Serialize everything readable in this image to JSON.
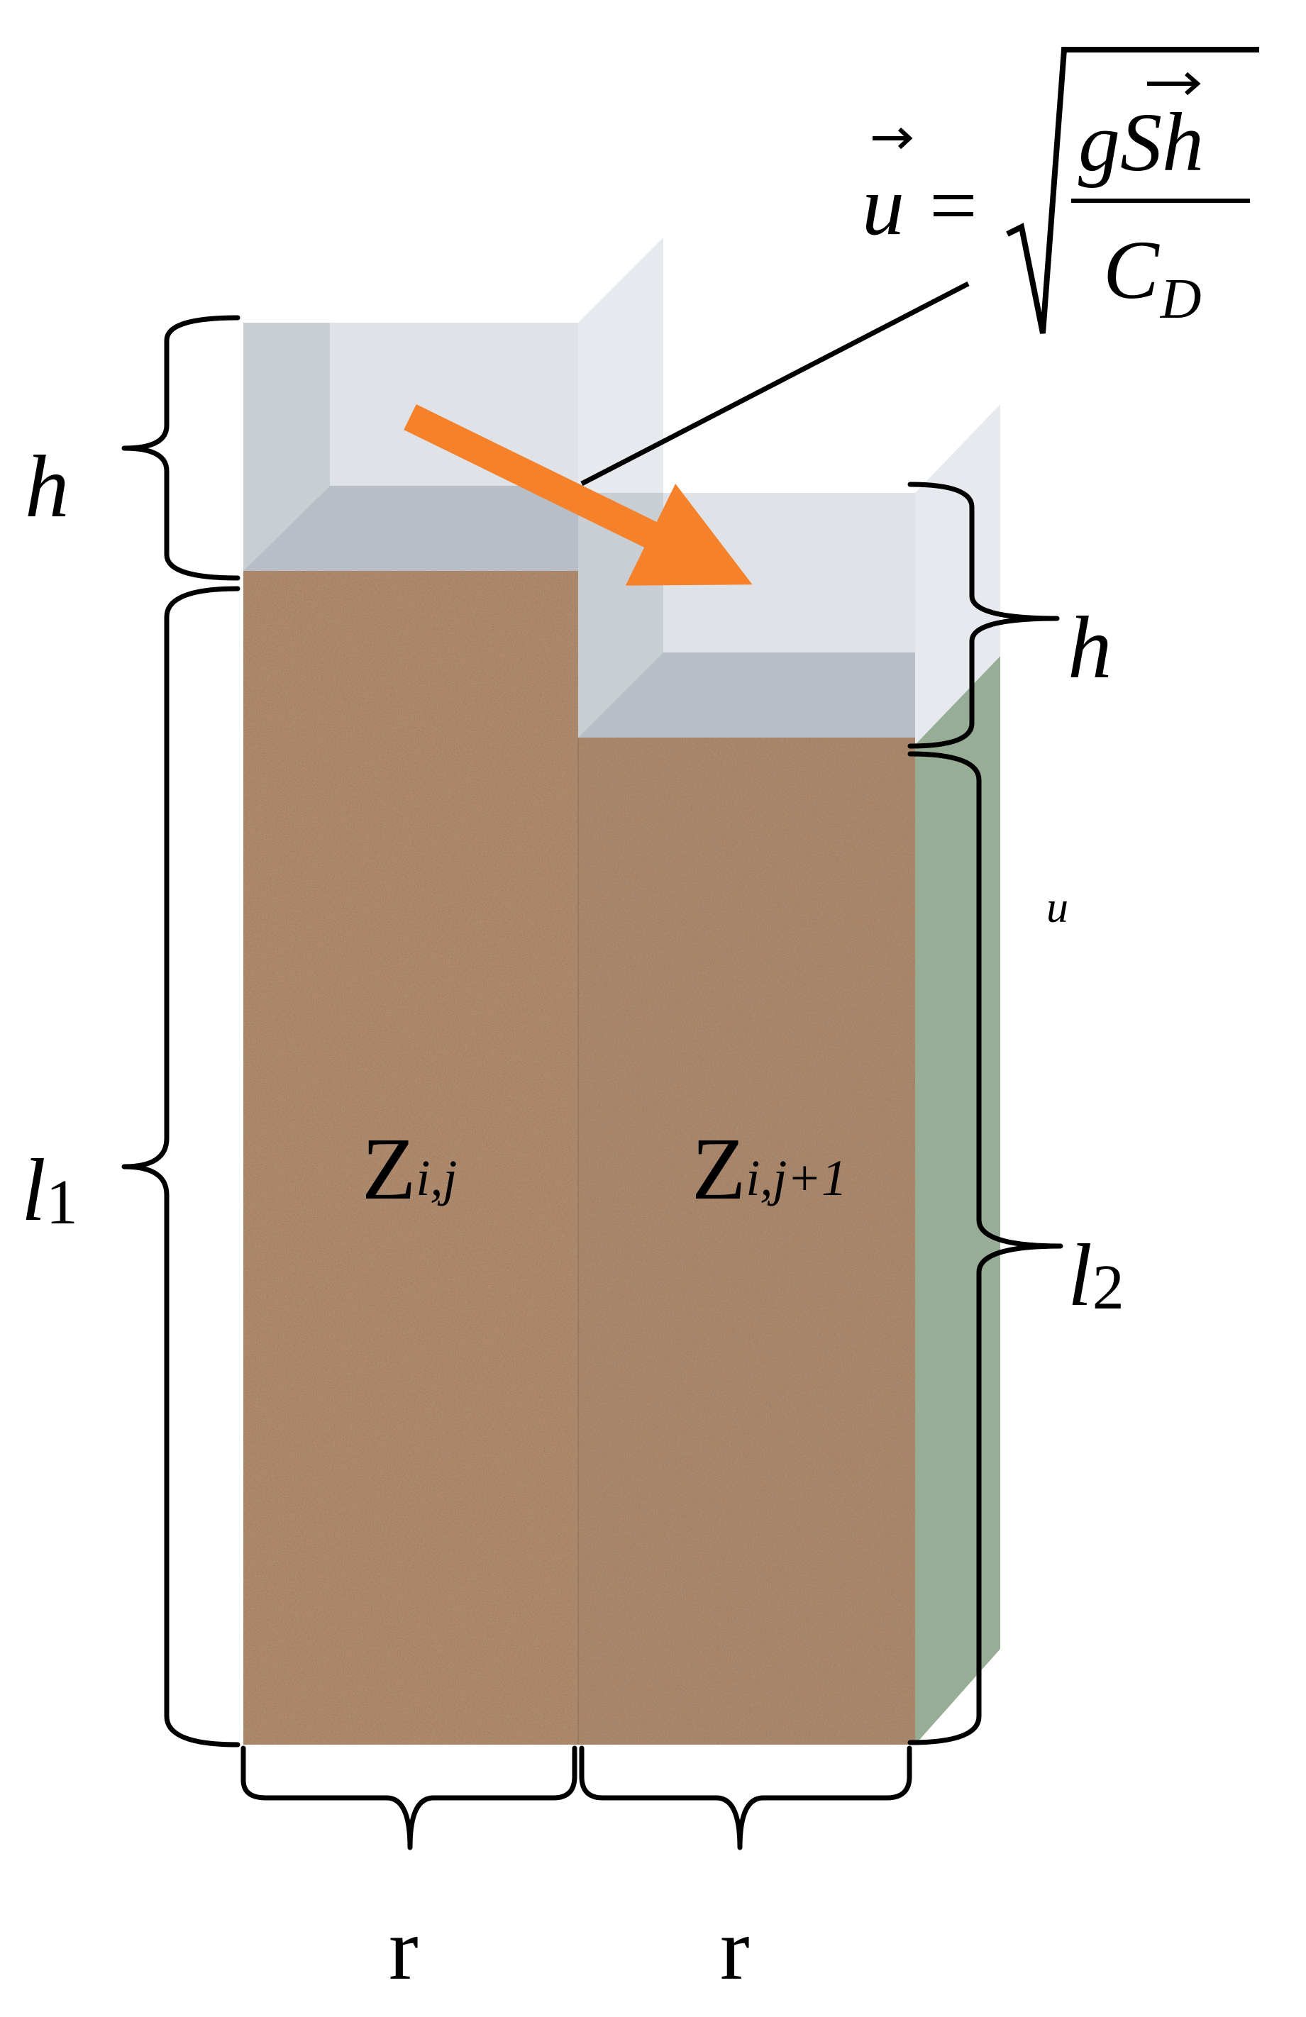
{
  "formula": {
    "lhs": "u",
    "equals": "=",
    "numerator": "gSh",
    "denominator_base": "C",
    "denominator_sub": "D"
  },
  "labels": {
    "h_left": "h",
    "h_right": "h",
    "l1_base": "l",
    "l1_sub": "1",
    "l2_base": "l",
    "l2_sub": "2",
    "z_left_base": "Z",
    "z_left_sub": "i,j",
    "z_right_base": "Z",
    "z_right_sub": "i,j+1",
    "u_small": "u",
    "r_left": "r",
    "r_right": "r"
  },
  "colors": {
    "water_light": "#dfe3e8",
    "water_mid": "#c9ced4",
    "water_dark": "#b8bec5",
    "sediment": "#b08a6c",
    "sediment_dark": "#8a6a52",
    "green_face": "#97ad95",
    "arrow": "#f5822a"
  }
}
